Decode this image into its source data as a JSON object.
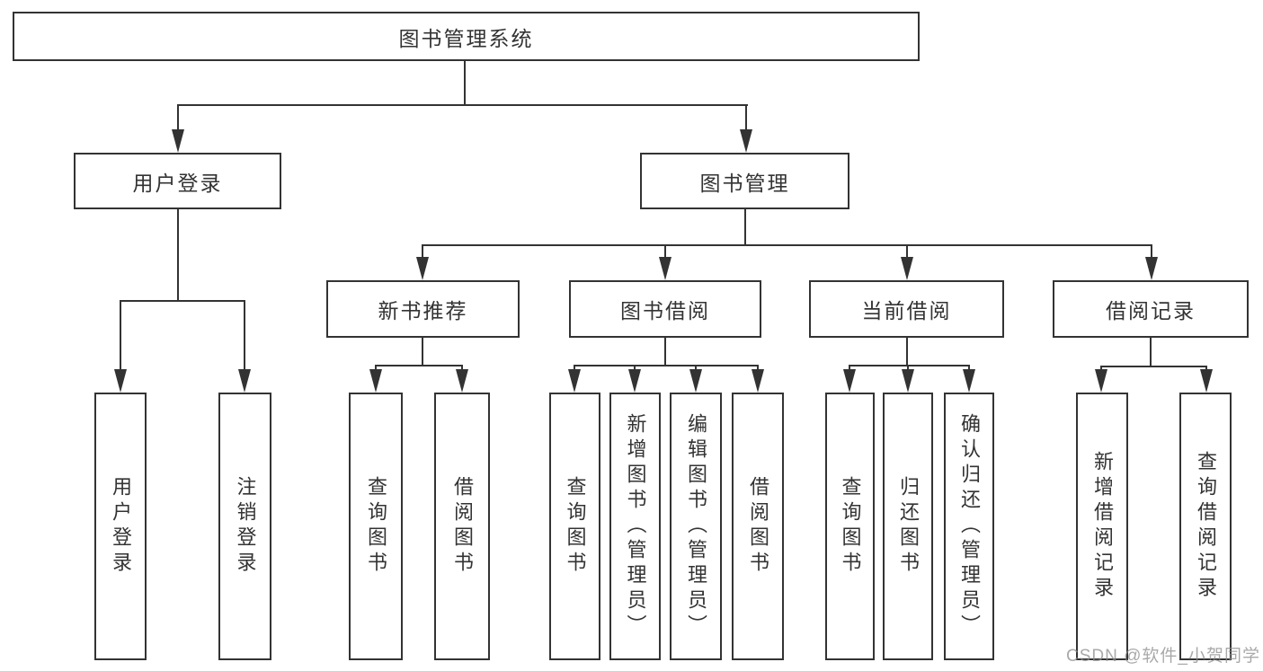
{
  "diagram": {
    "root": {
      "label": "图书管理系统"
    },
    "branches": [
      {
        "label": "用户登录",
        "children": [
          "用户登录",
          "注销登录"
        ]
      },
      {
        "label": "图书管理",
        "children": [
          {
            "label": "新书推荐",
            "children": [
              "查询图书",
              "借阅图书"
            ]
          },
          {
            "label": "图书借阅",
            "children": [
              "查询图书",
              "新增图书（管理员）",
              "编辑图书（管理员）",
              "借阅图书"
            ]
          },
          {
            "label": "当前借阅",
            "children": [
              "查询图书",
              "归还图书",
              "确认归还（管理员）"
            ]
          },
          {
            "label": "借阅记录",
            "children": [
              "新增借阅记录",
              "查询借阅记录"
            ]
          }
        ]
      }
    ]
  },
  "watermark": {
    "text": "CSDN @软件_小贺同学"
  },
  "colors": {
    "line": "#333333",
    "box_border": "#333333",
    "text": "#333333",
    "background": "#ffffff",
    "watermark": "#8c8c8c"
  }
}
